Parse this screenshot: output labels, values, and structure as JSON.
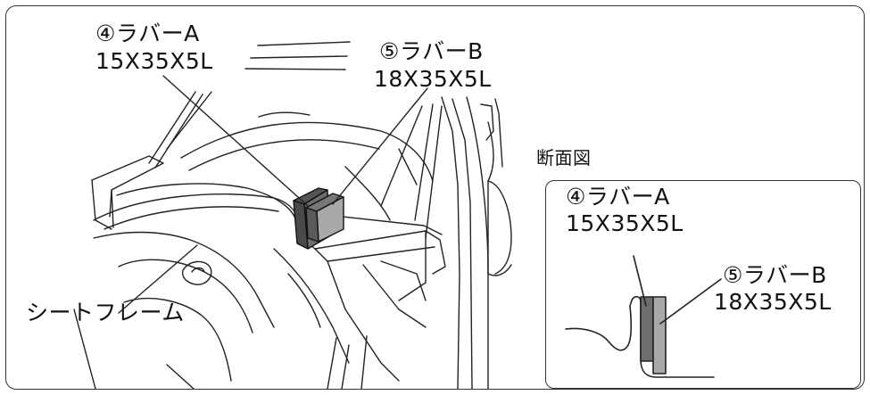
{
  "labels": {
    "rubber_a": {
      "name": "④ラバーA",
      "size": "15X35X5L"
    },
    "rubber_b": {
      "name": "⑤ラバーB",
      "size": "18X35X5L"
    },
    "seat_frame": "シートフレーム",
    "section_view": "断面図",
    "inset_rubber_a": {
      "name": "④ラバーA",
      "size": "15X35X5L"
    },
    "inset_rubber_b": {
      "name": "⑤ラバーB",
      "size": "18X35X5L"
    }
  },
  "colors": {
    "line": "#222222",
    "rubber_a_fill": "#6e6e6e",
    "rubber_b_fill": "#a9a9a9",
    "rubber_dark": "#4a4a4a"
  }
}
